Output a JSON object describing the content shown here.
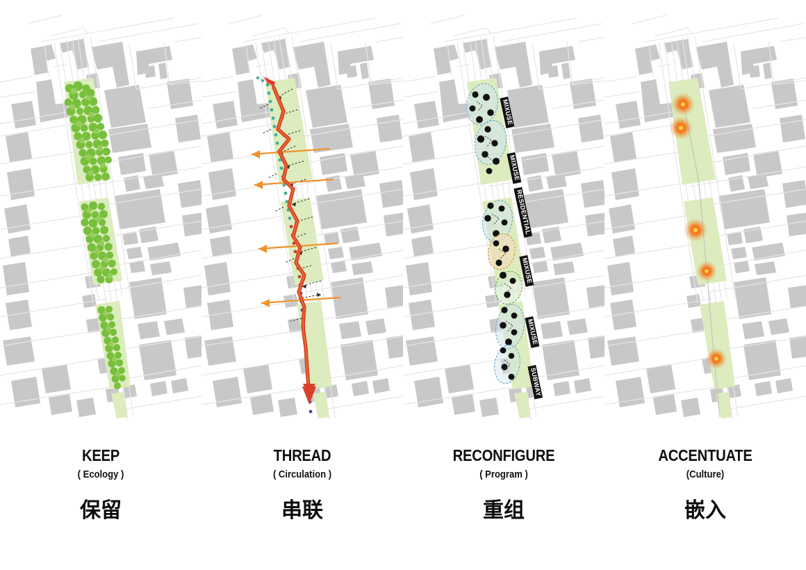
{
  "figure": {
    "title": "Four-strategy urban corridor diagram series",
    "panel_count": 4,
    "background_color": "#ffffff"
  },
  "palette": {
    "building_gray": "#c8c8c8",
    "street_outline": "#e4e4e4",
    "corridor_green": "#dcecbe",
    "tree_green": "#78bf3c",
    "tree_green_light": "#95cd5a",
    "path_red": "#d8402a",
    "path_orange": "#ef8a2a",
    "connector_orange": "#f0922c",
    "dotted_teal": "#3fb39a",
    "dotted_purple": "#5b3f9e",
    "program_blue": "#7fb8d4",
    "program_node": "#111111",
    "accent_orange": "#f47b20",
    "accent_yellow": "#ffd24a",
    "label_bg": "#111111",
    "label_text": "#ffffff"
  },
  "panels": [
    {
      "id": "keep",
      "index": 1,
      "caption": {
        "title": "KEEP",
        "subtitle": "( Ecology )",
        "chinese": "保留"
      },
      "overlay": {
        "type": "ecology",
        "description": "Existing green corridor segments with retained tree canopy",
        "corridor_segments": 4,
        "tree_dot_count": 118
      }
    },
    {
      "id": "thread",
      "index": 2,
      "caption": {
        "title": "THREAD",
        "subtitle": "( Circulation )",
        "chinese": "串联"
      },
      "overlay": {
        "type": "circulation",
        "description": "Continuous primary path threading the corridor with lateral connectors",
        "primary_path_color": "#d8402a",
        "connector_arrows": 3,
        "branch_paths": 14,
        "terminus": "arrowhead-south"
      }
    },
    {
      "id": "reconfigure",
      "index": 3,
      "caption": {
        "title": "RECONFIGURE",
        "subtitle": "( Program )",
        "chinese": "重组"
      },
      "overlay": {
        "type": "program",
        "description": "Program blocks tagged along the corridor",
        "labels": [
          {
            "text": "MIXUSE",
            "order": 1
          },
          {
            "text": "MIXUSE",
            "order": 2
          },
          {
            "text": "RESIDENTIAL",
            "order": 3
          },
          {
            "text": "MIXUSE",
            "order": 4
          },
          {
            "text": "MIXUSE",
            "order": 5
          },
          {
            "text": "SUBWAY",
            "order": 6
          }
        ],
        "program_clusters": 5
      }
    },
    {
      "id": "accentuate",
      "index": 4,
      "caption": {
        "title": "ACCENTUATE",
        "subtitle": "(Culture)",
        "chinese": "嵌入"
      },
      "overlay": {
        "type": "culture",
        "description": "Cultural accent moments marked as glowing nodes along the corridor",
        "accent_nodes": 5
      }
    }
  ]
}
